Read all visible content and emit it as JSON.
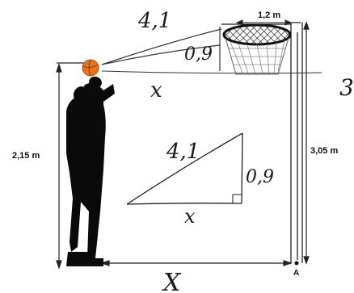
{
  "labels": {
    "hypotenuse_top": "4,1",
    "vertical_top": "0,9",
    "horizontal_top": "x",
    "rim_width": "1,2 m",
    "release_height": "2,15 m",
    "hoop_height": "3,05 m",
    "hypotenuse_triangle": "4,1",
    "vertical_triangle": "0,9",
    "horizontal_triangle": "x",
    "floor_distance": "X",
    "point_a": "A",
    "margin_mark": "3"
  },
  "colors": {
    "ball": "#e8731c",
    "ball_dark": "#b84f0a",
    "silhouette": "#0a0a0a",
    "ink": "#1a1a1a"
  }
}
